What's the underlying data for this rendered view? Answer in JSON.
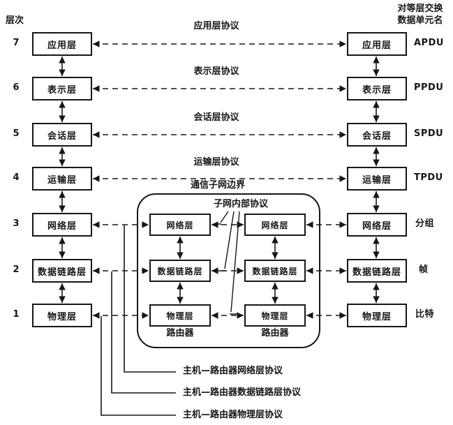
{
  "colors": {
    "ink": "#161616",
    "bg": "#ffffff"
  },
  "axis": {
    "title": "层次"
  },
  "peer_header": {
    "line1": "对等层交换",
    "line2": "数据单元名"
  },
  "left_layers": [
    {
      "num": "7",
      "label": "应用层"
    },
    {
      "num": "6",
      "label": "表示层"
    },
    {
      "num": "5",
      "label": "会话层"
    },
    {
      "num": "4",
      "label": "运输层"
    },
    {
      "num": "3",
      "label": "网络层"
    },
    {
      "num": "2",
      "label": "数据链路层"
    },
    {
      "num": "1",
      "label": "物理层"
    }
  ],
  "right_layers": [
    {
      "label": "应用层",
      "pdu": "APDU"
    },
    {
      "label": "表示层",
      "pdu": "PPDU"
    },
    {
      "label": "会话层",
      "pdu": "SPDU"
    },
    {
      "label": "运输层",
      "pdu": "TPDU"
    },
    {
      "label": "网络层",
      "pdu": "分组"
    },
    {
      "label": "数据链路层",
      "pdu": "帧"
    },
    {
      "label": "物理层",
      "pdu": "比特"
    }
  ],
  "protocol_labels": [
    "应用层协议",
    "表示层协议",
    "会话层协议",
    "运输层协议"
  ],
  "subnet": {
    "boundary_label": "通信子网边界",
    "internal_protocol_label": "子网内部协议",
    "router_left": {
      "layers": [
        "网络层",
        "数据链路层",
        "物理层"
      ],
      "caption": "路由器"
    },
    "router_right": {
      "layers": [
        "网络层",
        "数据链路层",
        "物理层"
      ],
      "caption": "路由器"
    }
  },
  "host_router_protocol_labels": [
    "主机—路由器网络层协议",
    "主机—路由器数据链路层协议",
    "主机—路由器物理层协议"
  ]
}
